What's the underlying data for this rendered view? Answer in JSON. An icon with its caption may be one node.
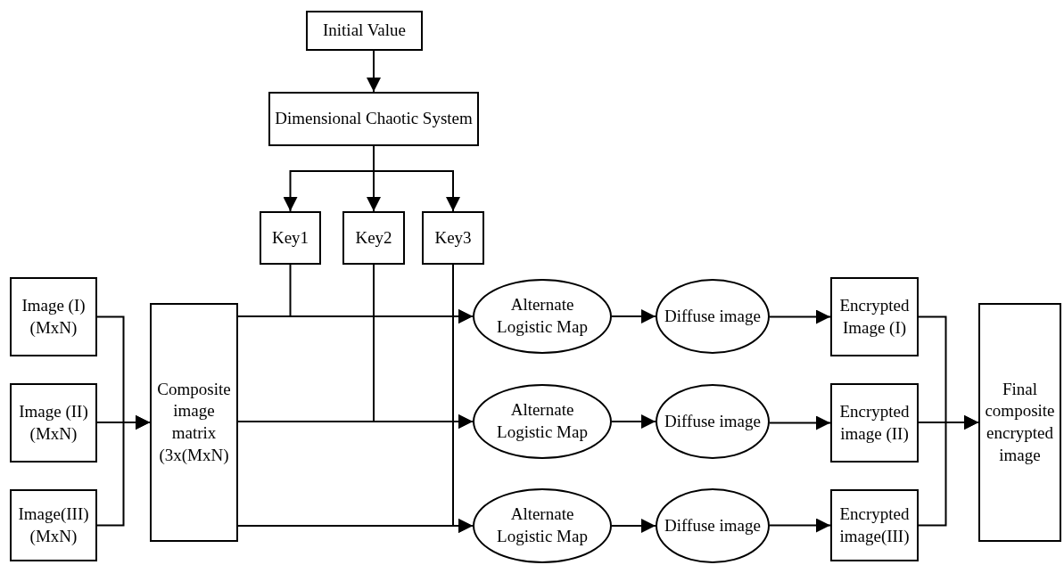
{
  "diagram": {
    "nodes": [
      {
        "text": [
          "Initial Value"
        ]
      },
      {
        "text": [
          "Dimensional Chaotic System"
        ]
      },
      {
        "text": [
          "Key1"
        ]
      },
      {
        "text": [
          "Key2"
        ]
      },
      {
        "text": [
          "Key3"
        ]
      },
      {
        "text": [
          "Image (I) (MxN)"
        ]
      },
      {
        "text": [
          "Image (II) (MxN)"
        ]
      },
      {
        "text": [
          "Image(III) (MxN)"
        ]
      },
      {
        "text": [
          "Composite image matrix (3x(MxN)"
        ]
      },
      {
        "text": [
          "Alternate Logistic Map"
        ]
      },
      {
        "text": [
          "Alternate Logistic Map"
        ]
      },
      {
        "text": [
          "Alternate Logistic Map"
        ]
      },
      {
        "text": [
          "Diffuse image"
        ]
      },
      {
        "text": [
          "Diffuse image"
        ]
      },
      {
        "text": [
          "Diffuse image"
        ]
      },
      {
        "text": [
          "Encrypted Image (I)"
        ]
      },
      {
        "text": [
          "Encrypted image (II)"
        ]
      },
      {
        "text": [
          "Encrypted image(III)"
        ]
      },
      {
        "text": [
          "Final composite encrypted image"
        ]
      }
    ],
    "edges": [
      {
        "from": 0,
        "to": 1,
        "arrow": "to"
      },
      {
        "from": 1,
        "to": 2,
        "arrow": "to"
      },
      {
        "from": 1,
        "to": 3,
        "arrow": "to"
      },
      {
        "from": 1,
        "to": 4,
        "arrow": "to"
      },
      {
        "from": 5,
        "to": 8,
        "arrow": "to"
      },
      {
        "from": 6,
        "to": 8,
        "arrow": "to"
      },
      {
        "from": 7,
        "to": 8,
        "arrow": "to"
      },
      {
        "from": 8,
        "to": 9,
        "arrow": "to"
      },
      {
        "from": 2,
        "to": 9,
        "arrow": "to"
      },
      {
        "from": 8,
        "to": 10,
        "arrow": "to"
      },
      {
        "from": 3,
        "to": 10,
        "arrow": "to"
      },
      {
        "from": 8,
        "to": 11,
        "arrow": "to"
      },
      {
        "from": 4,
        "to": 11,
        "arrow": "to"
      },
      {
        "from": 9,
        "to": 12,
        "arrow": "to"
      },
      {
        "from": 10,
        "to": 13,
        "arrow": "to"
      },
      {
        "from": 11,
        "to": 14,
        "arrow": "to"
      },
      {
        "from": 12,
        "to": 15,
        "arrow": "to"
      },
      {
        "from": 13,
        "to": 16,
        "arrow": "to"
      },
      {
        "from": 14,
        "to": 17,
        "arrow": "to"
      },
      {
        "from": 15,
        "to": 18,
        "arrow": "to"
      },
      {
        "from": 16,
        "to": 18,
        "arrow": "to"
      },
      {
        "from": 17,
        "to": 18,
        "arrow": "to"
      }
    ]
  }
}
